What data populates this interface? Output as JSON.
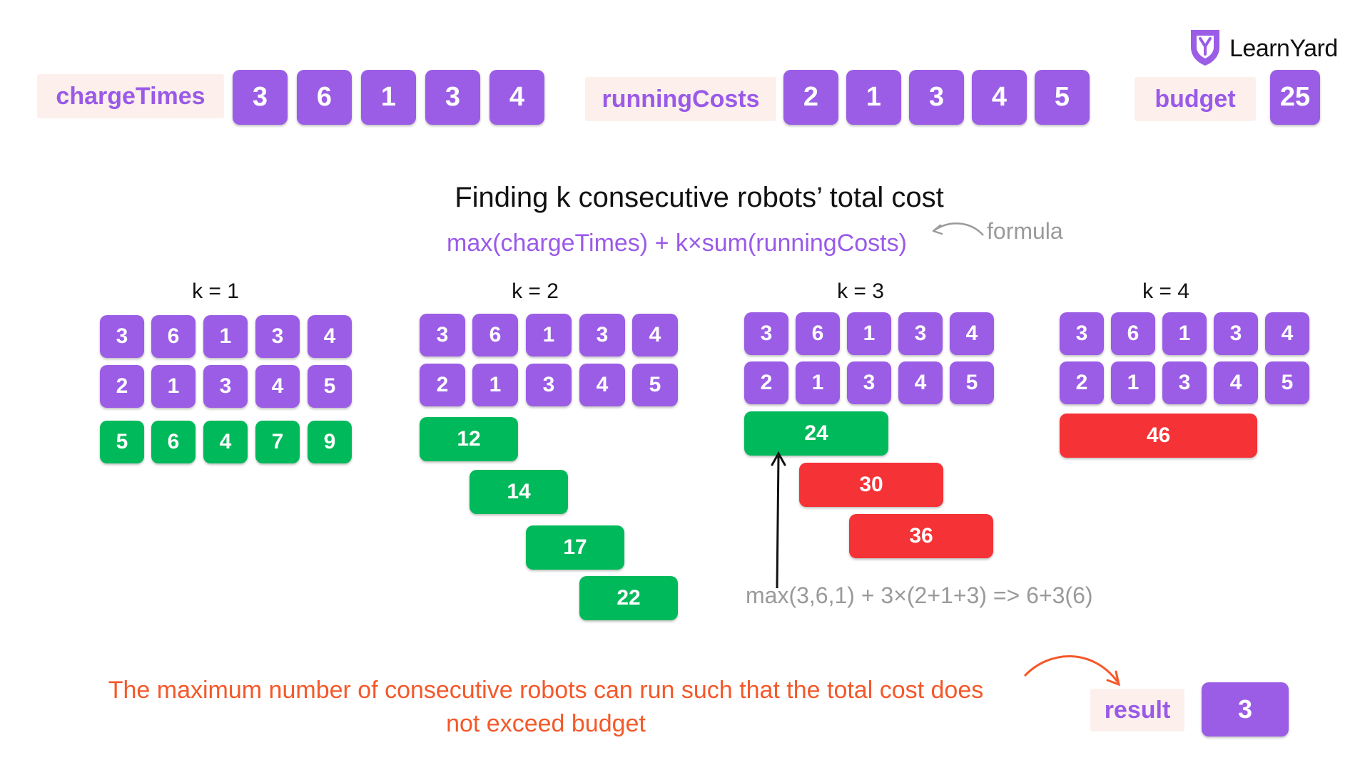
{
  "brand": {
    "name": "LearnYard",
    "logo_icon": "learnyard-shield-icon"
  },
  "inputs": {
    "chargeTimes": {
      "label": "chargeTimes",
      "values": [
        "3",
        "6",
        "1",
        "3",
        "4"
      ]
    },
    "runningCosts": {
      "label": "runningCosts",
      "values": [
        "2",
        "1",
        "3",
        "4",
        "5"
      ]
    },
    "budget": {
      "label": "budget",
      "value": "25"
    }
  },
  "heading": "Finding k consecutive robots’ total cost",
  "formula": "max(chargeTimes) + k×sum(runningCosts)",
  "formula_note": "formula",
  "groups": [
    {
      "label": "k = 1",
      "charge": [
        "3",
        "6",
        "1",
        "3",
        "4"
      ],
      "running": [
        "2",
        "1",
        "3",
        "4",
        "5"
      ],
      "results": [
        {
          "value": "5",
          "status": "ok"
        },
        {
          "value": "6",
          "status": "ok"
        },
        {
          "value": "4",
          "status": "ok"
        },
        {
          "value": "7",
          "status": "ok"
        },
        {
          "value": "9",
          "status": "ok"
        }
      ]
    },
    {
      "label": "k = 2",
      "charge": [
        "3",
        "6",
        "1",
        "3",
        "4"
      ],
      "running": [
        "2",
        "1",
        "3",
        "4",
        "5"
      ],
      "results": [
        {
          "value": "12",
          "status": "ok"
        },
        {
          "value": "14",
          "status": "ok"
        },
        {
          "value": "17",
          "status": "ok"
        },
        {
          "value": "22",
          "status": "ok"
        }
      ]
    },
    {
      "label": "k = 3",
      "charge": [
        "3",
        "6",
        "1",
        "3",
        "4"
      ],
      "running": [
        "2",
        "1",
        "3",
        "4",
        "5"
      ],
      "results": [
        {
          "value": "24",
          "status": "ok"
        },
        {
          "value": "30",
          "status": "over"
        },
        {
          "value": "36",
          "status": "over"
        }
      ]
    },
    {
      "label": "k = 4",
      "charge": [
        "3",
        "6",
        "1",
        "3",
        "4"
      ],
      "running": [
        "2",
        "1",
        "3",
        "4",
        "5"
      ],
      "results": [
        {
          "value": "46",
          "status": "over"
        }
      ]
    }
  ],
  "calc_note": "max(3,6,1) + 3×(2+1+3) => 6+3(6)",
  "conclusion": {
    "line1": "The maximum number of consecutive robots can run such that the total cost does",
    "line2": "not exceed budget"
  },
  "result": {
    "label": "result",
    "value": "3"
  },
  "colors": {
    "purple": "#9b5de5",
    "green": "#00b95a",
    "red": "#f53236",
    "label_bg": "#fdf0ec",
    "accent_orange": "#f4582a"
  }
}
